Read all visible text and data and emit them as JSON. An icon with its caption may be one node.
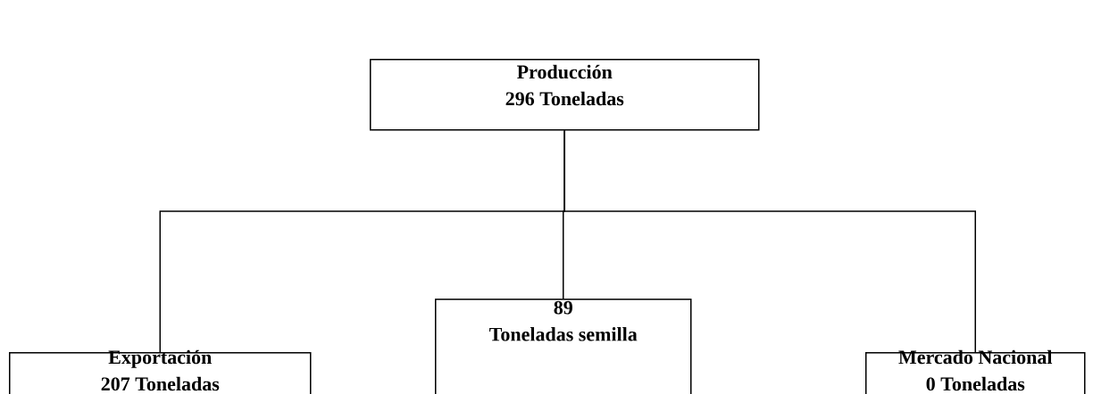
{
  "diagram": {
    "nodes": [
      {
        "text": [
          "Producción",
          "296 Toneladas"
        ]
      },
      {
        "text": [
          "Exportación",
          "207 Toneladas"
        ]
      },
      {
        "text": [
          "89",
          "Toneladas semilla"
        ]
      },
      {
        "text": [
          "Mercado Nacional",
          "0 Toneladas"
        ]
      }
    ],
    "edges": [
      {
        "from": 0,
        "to": 1,
        "arrow": "none"
      },
      {
        "from": 0,
        "to": 2,
        "arrow": "none"
      },
      {
        "from": 0,
        "to": 3,
        "arrow": "none"
      }
    ]
  }
}
